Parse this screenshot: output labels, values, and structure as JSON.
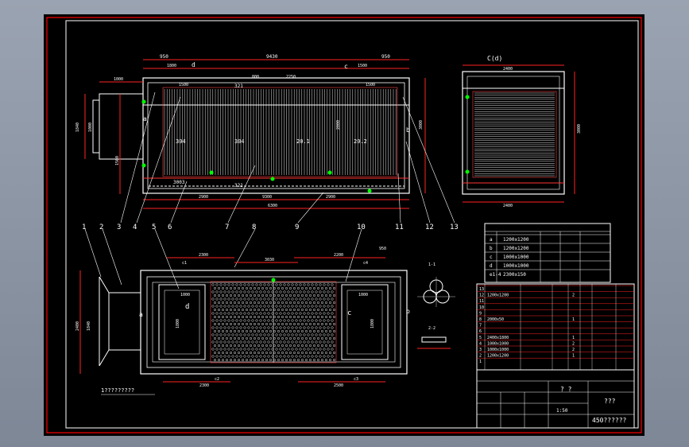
{
  "colors": {
    "background": "#000000",
    "frame": "#ff0000",
    "wall": "#ffffff",
    "dimension": "#ff2222",
    "label": "#ffff00",
    "pipe": "#00ff00",
    "text": "#ffffff",
    "app_bg": "#8a93a1"
  },
  "plan_top": {
    "dims": {
      "d950_left": "950",
      "d_total": "9430",
      "d950_right": "950",
      "d1800": "1800",
      "d1000": "1000",
      "d1500a": "1500",
      "d1500b": "1500",
      "d800": "800",
      "d2250": "2250",
      "d1500c": "1500",
      "d9300": "9300",
      "d6300": "6300",
      "d2900a": "2900",
      "d2900b": "2900",
      "d1840": "1840",
      "d1000v": "1000",
      "d3000v": "3000",
      "d1500v": "1500",
      "d2000v": "2000"
    },
    "section_marks": {
      "d": "d",
      "c": "c",
      "a": "a",
      "b": "b"
    },
    "cell_labels": [
      "304",
      "304",
      "20.1",
      "20.2"
    ],
    "extra_labels": {
      "l321": "321",
      "l3003": "3003"
    }
  },
  "side_view": {
    "title": "C(d)",
    "dims": {
      "d2400": "2400",
      "d2400b": "2400",
      "d3000": "3000"
    }
  },
  "callouts": [
    "1",
    "2",
    "3",
    "4",
    "5",
    "6",
    "7",
    "8",
    "9",
    "10",
    "11",
    "12",
    "13"
  ],
  "plan_bottom": {
    "dims": {
      "d2300": "2300",
      "d3030": "3030",
      "d2200": "2200",
      "d950": "950",
      "d1000a": "1000",
      "d1000b": "1000",
      "d2300b": "2300",
      "d2500": "2500",
      "d2400": "2400",
      "d1840": "1840",
      "d1800a": "1800",
      "d1800b": "1800"
    },
    "marks": {
      "a": "a",
      "b": "b",
      "c": "c",
      "d": "d",
      "c1": "c1",
      "c2": "c2",
      "c3": "c3",
      "c4": "c4"
    }
  },
  "pipe_detail": {
    "label_a": "1-1",
    "label_b": "2-2"
  },
  "note": "1?????????",
  "material_table": {
    "rows": [
      {
        "id": "a",
        "size": "1200x1200"
      },
      {
        "id": "b",
        "size": "1200x1200"
      },
      {
        "id": "c",
        "size": "1000x1000"
      },
      {
        "id": "d",
        "size": "1000x1000"
      },
      {
        "id": "e1-4",
        "size": "2300x150"
      }
    ]
  },
  "parts_list": {
    "rows": [
      [
        "13",
        "",
        ""
      ],
      [
        "12",
        "1200x1200",
        "2"
      ],
      [
        "11",
        "",
        ""
      ],
      [
        "10",
        "",
        ""
      ],
      [
        "9",
        "",
        ""
      ],
      [
        "8",
        "2000x50",
        "1"
      ],
      [
        "7",
        "",
        ""
      ],
      [
        "6",
        "",
        ""
      ],
      [
        "5",
        "2400x1800",
        "1"
      ],
      [
        "4",
        "1000x1000",
        "2"
      ],
      [
        "3",
        "1000x1000",
        "2"
      ],
      [
        "2",
        "1200x1200",
        "1"
      ],
      [
        "1",
        "",
        ""
      ]
    ]
  },
  "title_block": {
    "title": "? ?",
    "name": "???",
    "scale": "1:50",
    "drawing_no": "450??????"
  }
}
